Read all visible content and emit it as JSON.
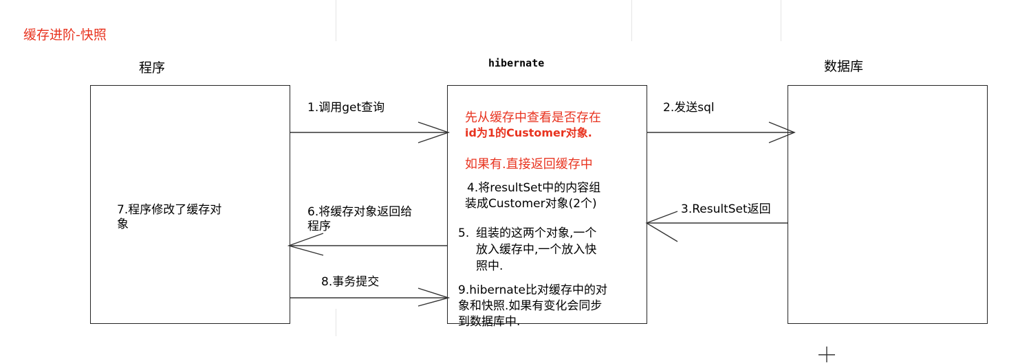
{
  "title": "缓存进阶-快照",
  "columns": {
    "program": "程序",
    "hibernate": "hibernate",
    "database": "数据库"
  },
  "arrows": {
    "a1": "1.调用get查询",
    "a2": "2.发送sql",
    "a3": "3.ResultSet返回",
    "a6_l1": "6.将缓存对象返回给",
    "a6_l2": "程序",
    "a8": "8.事务提交"
  },
  "program_box": {
    "s7_l1": "7.程序修改了缓存对",
    "s7_l2": "象"
  },
  "hibernate_box": {
    "red_l1": "先从缓存中查看是否存在",
    "red_l2": "id为1的Customer对象.",
    "red_l3": "如果有.直接返回缓存中",
    "s4_l1": "4.将resultSet中的内容组",
    "s4_l2": "装成Customer对象(2个)",
    "s5_num": "5.",
    "s5_l1": "组装的这两个对象,一个",
    "s5_l2": "放入缓存中,一个放入快",
    "s5_l3": "照中.",
    "s9_l1": "9.hibernate比对缓存中的对",
    "s9_l2": "象和快照.如果有变化会同步",
    "s9_l3": "到数据库中."
  },
  "colors": {
    "accent": "#e8331f",
    "line": "#333333"
  }
}
